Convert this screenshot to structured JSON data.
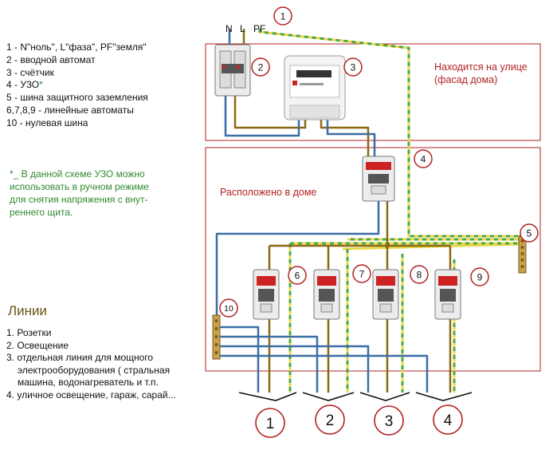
{
  "legend": {
    "items": [
      "1 - N\"ноль\", L\"фаза\", PF\"земля\"",
      "2 - вводной автомат",
      "3 - счётчик",
      "4 - УЗО",
      "5 - шина защитного заземления",
      "6,7,8,9 - линейные автоматы",
      "10 - нулевая шина"
    ],
    "star": "*"
  },
  "note": {
    "lines": [
      "*_ В данной схеме УЗО можно",
      "использовать в ручном режиме",
      "для снятия напряжения с внут-",
      "реннего щита."
    ]
  },
  "lines_section": {
    "title": "Линии",
    "items": [
      "1. Розетки",
      "2. Освещение",
      "3. отдельная линия для мощного",
      "электрооборудования ( стральная",
      "машина, водонагреватель и т.п.",
      "4. уличное освещение, гараж, сарай..."
    ]
  },
  "diagram": {
    "wire_labels": {
      "n": "N",
      "l": "L",
      "pf": "PF"
    },
    "outside_box_label": [
      "Находится на улице",
      "(фасад дома)"
    ],
    "inside_box_label": "Расположено в доме",
    "callouts": [
      "1",
      "2",
      "3",
      "4",
      "5",
      "6",
      "7",
      "8",
      "9",
      "10"
    ],
    "line_circles": [
      "1",
      "2",
      "3",
      "4"
    ],
    "colors": {
      "neutral": "#3a6ea5",
      "phase": "#8b6914",
      "earth_yellow": "#e8d84a",
      "earth_green": "#4aa84a",
      "box_border": "#b22222",
      "callout": "#b22222"
    }
  }
}
